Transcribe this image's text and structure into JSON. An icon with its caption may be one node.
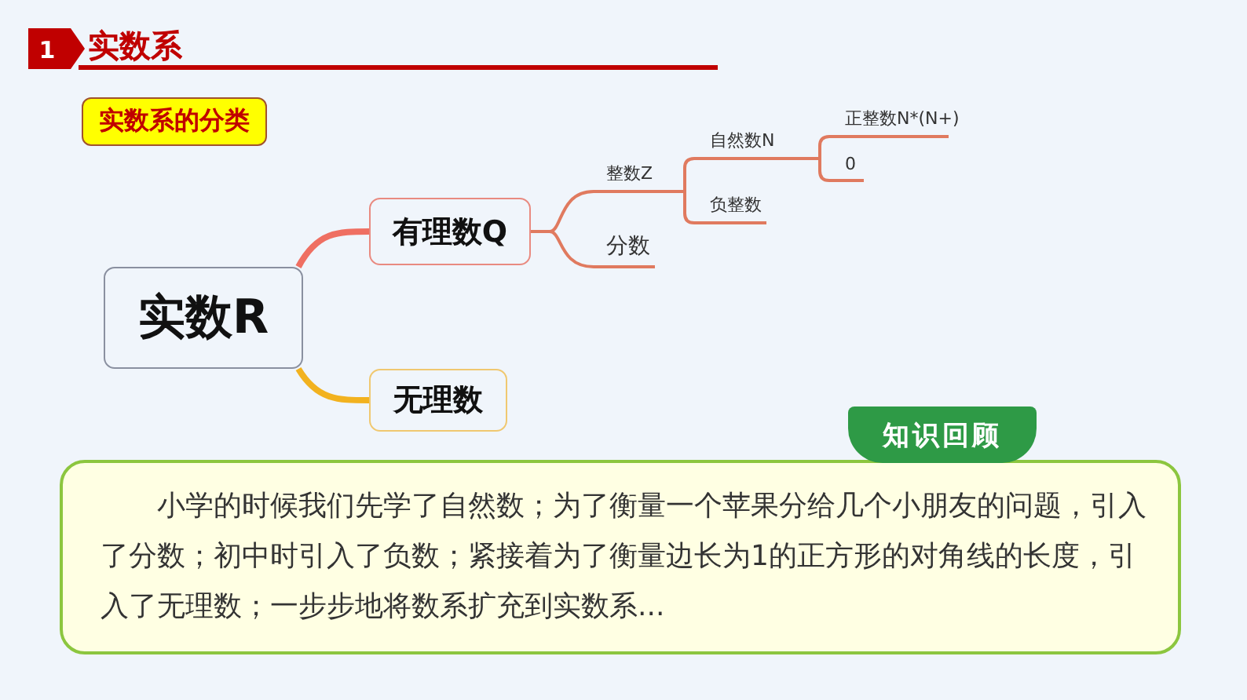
{
  "diagram": {
    "title": "实数系",
    "nodes": [
      {
        "text": [
          "实数系的分类"
        ]
      },
      {
        "text": [
          "实数R"
        ]
      },
      {
        "text": [
          "有理数Q"
        ]
      },
      {
        "text": [
          "无理数"
        ]
      },
      {
        "text": [
          "整数Z"
        ]
      },
      {
        "text": [
          "分数"
        ]
      },
      {
        "text": [
          "自然数N"
        ]
      },
      {
        "text": [
          "负整数"
        ]
      },
      {
        "text": [
          "正整数N*(N+)"
        ]
      },
      {
        "text": [
          "0"
        ]
      },
      {
        "text": [
          "知识回顾",
          "小学的时候我们先学了自然数；为了衡量一个苹果分给几个小朋友的问题，引入了分数；初中时引入了负数；紧接着为了衡量边长为1的正方形的对角线的长度，引入了无理数；一步步地将数系扩充到实数系..."
        ]
      }
    ],
    "edges": [
      {
        "from": 1,
        "to": 2,
        "arrow": "none",
        "style": "thick",
        "color": "#ef6f62"
      },
      {
        "from": 1,
        "to": 3,
        "arrow": "none",
        "style": "thick",
        "color": "#f2b21f"
      },
      {
        "from": 2,
        "to": 4,
        "arrow": "none"
      },
      {
        "from": 2,
        "to": 5,
        "arrow": "none"
      },
      {
        "from": 4,
        "to": 6,
        "arrow": "none"
      },
      {
        "from": 4,
        "to": 7,
        "arrow": "none"
      },
      {
        "from": 6,
        "to": 8,
        "arrow": "none"
      },
      {
        "from": 6,
        "to": 9,
        "arrow": "none"
      }
    ],
    "labels": [
      "1"
    ]
  }
}
